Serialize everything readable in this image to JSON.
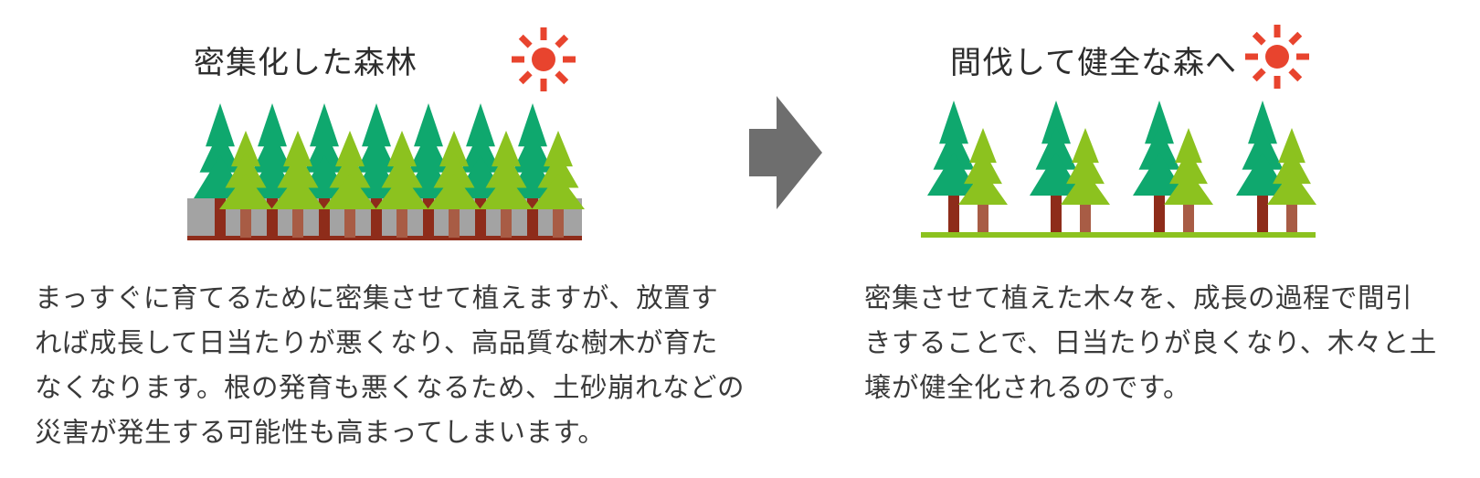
{
  "left": {
    "title": "密集化した森林",
    "description_lines": [
      "まっすぐに育てるために密集させて植えますが、放置す",
      "れば成長して日当たりが悪くなり、高品質な樹木が育た",
      "なくなります。根の発育も悪くなるため、土砂崩れなどの",
      "災害が発生する可能性も高まってしまいます。"
    ]
  },
  "right": {
    "title": "間伐して健全な森へ",
    "description_lines": [
      "密集させて植えた木々を、成長の過程で間引",
      "きすることで、日当たりが良くなり、木々と土",
      "壌が健全化されるのです。"
    ]
  },
  "colors": {
    "sun": "#e8442e",
    "tree_dark": "#0fa86e",
    "tree_light": "#8cc21f",
    "trunk_dark": "#8e2c1a",
    "trunk_light": "#a85c45",
    "ground_gray": "#a3a3a3",
    "ground_line": "#8e2c1a",
    "grass_line": "#8cc21f",
    "arrow": "#6e6e6e"
  },
  "icons": [
    "sun-icon",
    "right-arrow-icon",
    "tree-icon"
  ]
}
